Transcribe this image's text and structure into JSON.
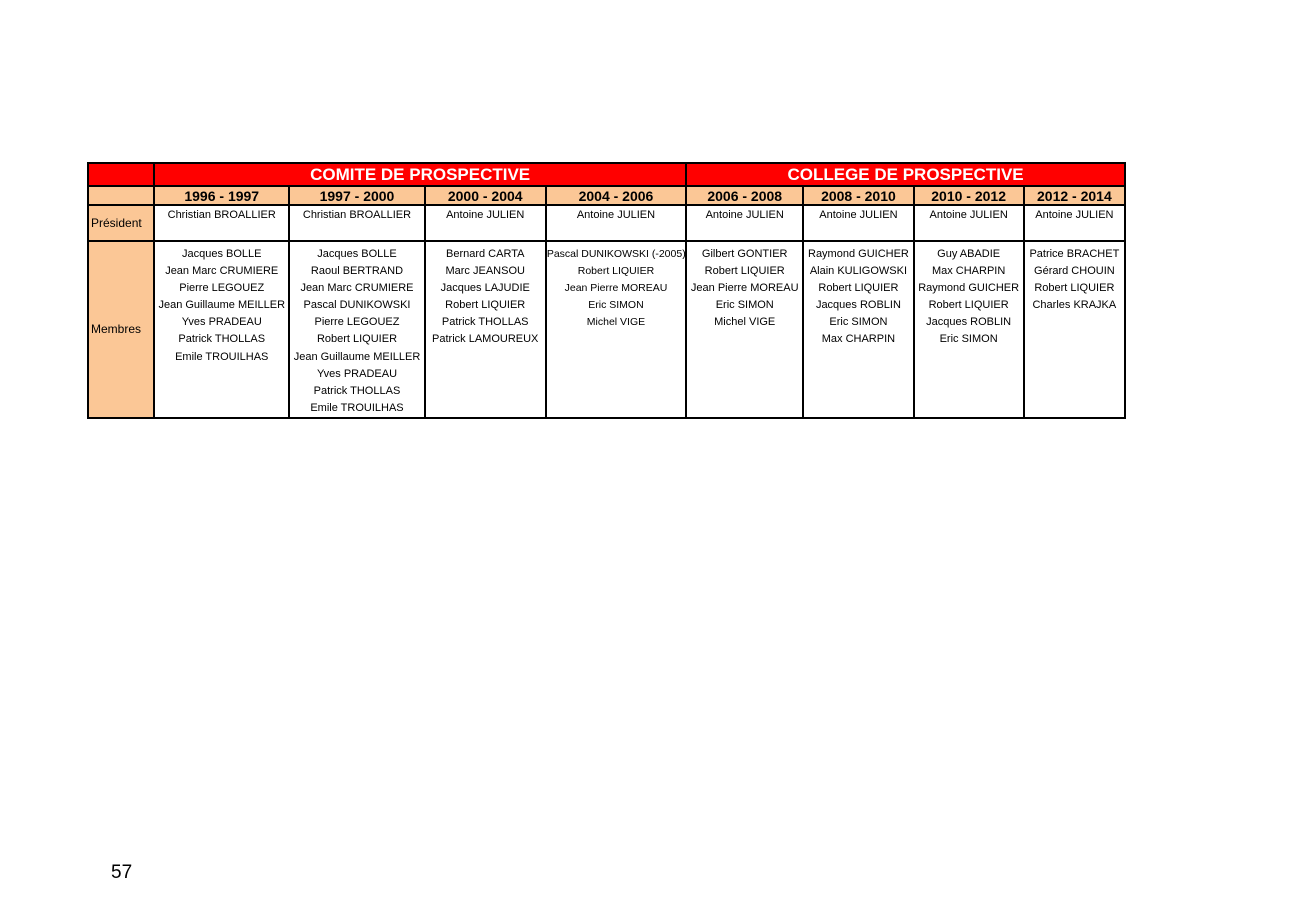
{
  "groups": {
    "comite": "COMITE DE PROSPECTIVE",
    "college": "COLLEGE DE PROSPECTIVE"
  },
  "row_labels": {
    "president": "Président",
    "members": "Membres"
  },
  "periods": [
    {
      "label": "1996 - 1997",
      "president": "Christian BROALLIER",
      "members": [
        "Jacques BOLLE",
        "Jean Marc CRUMIERE",
        "Pierre LEGOUEZ",
        "Jean Guillaume MEILLER",
        "Yves PRADEAU",
        "Patrick THOLLAS",
        "Emile TROUILHAS"
      ]
    },
    {
      "label": "1997 - 2000",
      "president": "Christian BROALLIER",
      "members": [
        "Jacques BOLLE",
        "Raoul BERTRAND",
        "Jean Marc CRUMIERE",
        "Pascal DUNIKOWSKI",
        "Pierre LEGOUEZ",
        "Robert LIQUIER",
        "Jean Guillaume MEILLER",
        "Yves PRADEAU",
        "Patrick THOLLAS",
        "Emile TROUILHAS"
      ]
    },
    {
      "label": "2000 - 2004",
      "president": "Antoine JULIEN",
      "members": [
        "Bernard CARTA",
        "Marc JEANSOU",
        "Jacques LAJUDIE",
        "Robert LIQUIER",
        "Patrick THOLLAS",
        "Patrick LAMOUREUX"
      ]
    },
    {
      "label": "2004 - 2006",
      "president": "Antoine JULIEN",
      "members": [
        "Pascal DUNIKOWSKI (-2005)",
        "Robert LIQUIER",
        "Jean Pierre MOREAU",
        "Eric SIMON",
        "Michel VIGE"
      ]
    },
    {
      "label": "2006 - 2008",
      "president": "Antoine JULIEN",
      "members": [
        "Gilbert GONTIER",
        "Robert LIQUIER",
        "Jean Pierre MOREAU",
        "Eric SIMON",
        "Michel VIGE"
      ]
    },
    {
      "label": "2008 - 2010",
      "president": "Antoine JULIEN",
      "members": [
        "Raymond GUICHER",
        "Alain KULIGOWSKI",
        "Robert LIQUIER",
        "Jacques ROBLIN",
        "Eric SIMON",
        "Max CHARPIN"
      ]
    },
    {
      "label": "2010 - 2012",
      "president": "Antoine JULIEN",
      "members": [
        "Guy ABADIE",
        "Max CHARPIN",
        "Raymond GUICHER",
        "Robert LIQUIER",
        "Jacques ROBLIN",
        "Eric SIMON"
      ]
    },
    {
      "label": "2012 - 2014",
      "president": "Antoine JULIEN",
      "members": [
        "Patrice BRACHET",
        "Gérard CHOUIN",
        "Robert LIQUIER",
        "Charles KRAJKA"
      ]
    }
  ],
  "page_number": "57",
  "colors": {
    "header_red": "#ff0000",
    "period_peach": "#fbc796",
    "border": "#000000"
  }
}
